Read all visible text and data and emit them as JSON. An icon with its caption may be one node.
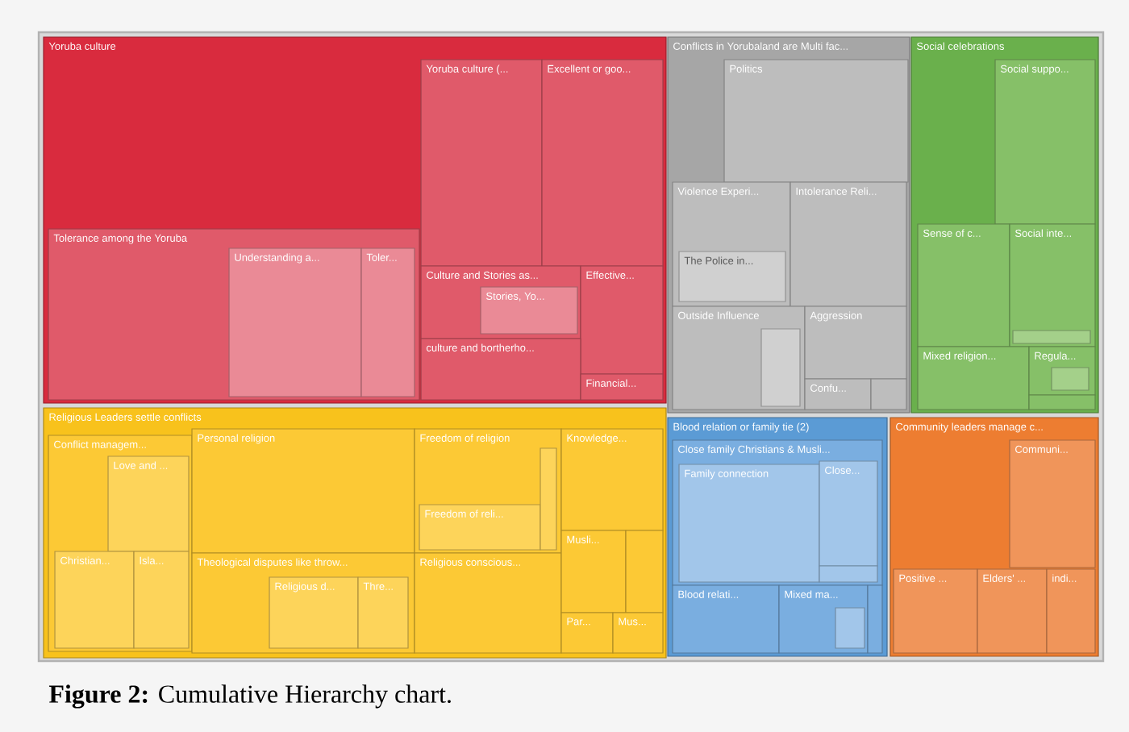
{
  "diagram": {
    "caption": "**Figure 2:** Cumulative Hierarchy chart.",
    "nodes": [
      {
        "text": [
          "Yoruba culture"
        ]
      },
      {
        "text": [
          "Tolerance among the Yoruba"
        ],
        "in": 0
      },
      {
        "text": [
          "Understanding a..."
        ],
        "in": 1
      },
      {
        "text": [
          "Toler..."
        ],
        "in": 1
      },
      {
        "text": [
          "Yoruba culture (..."
        ],
        "in": 0
      },
      {
        "text": [
          "Excellent or goo..."
        ],
        "in": 0
      },
      {
        "text": [
          "Culture and Stories as..."
        ],
        "in": 0
      },
      {
        "text": [
          "Stories, Yo..."
        ],
        "in": 6
      },
      {
        "text": [
          "Effective..."
        ],
        "in": 0
      },
      {
        "text": [
          "culture and bortherho..."
        ],
        "in": 0
      },
      {
        "text": [
          "Financial..."
        ],
        "in": 0
      },
      {
        "text": [
          "Conflicts in Yorubaland are Multi fac..."
        ]
      },
      {
        "text": [
          "Politics"
        ],
        "in": 11
      },
      {
        "text": [
          "Violence Experi..."
        ],
        "in": 11
      },
      {
        "text": [
          "The Police in..."
        ],
        "in": 13
      },
      {
        "text": [
          "Intolerance Reli..."
        ],
        "in": 11
      },
      {
        "text": [
          "Outside Influence"
        ],
        "in": 11
      },
      {
        "text": [],
        "shape": "box",
        "in": 16
      },
      {
        "text": [
          "Aggression"
        ],
        "in": 11
      },
      {
        "text": [
          "Confu..."
        ],
        "in": 11
      },
      {
        "text": [],
        "shape": "box",
        "in": 11
      },
      {
        "text": [
          "Social celebrations"
        ]
      },
      {
        "text": [
          "Social suppo..."
        ],
        "in": 21
      },
      {
        "text": [
          "Sense of c..."
        ],
        "in": 21
      },
      {
        "text": [
          "Social inte..."
        ],
        "in": 21
      },
      {
        "text": [],
        "shape": "box",
        "in": 24
      },
      {
        "text": [
          "Mixed religion..."
        ],
        "in": 21
      },
      {
        "text": [
          "Regula..."
        ],
        "in": 21
      },
      {
        "text": [],
        "shape": "box",
        "in": 27
      },
      {
        "text": [],
        "shape": "box",
        "in": 21
      },
      {
        "text": [
          "Religious Leaders settle conflicts"
        ]
      },
      {
        "text": [
          "Conflict managem..."
        ],
        "in": 30
      },
      {
        "text": [
          "Love and ..."
        ],
        "in": 31
      },
      {
        "text": [
          "Christian..."
        ],
        "in": 31
      },
      {
        "text": [
          "Isla..."
        ],
        "in": 31
      },
      {
        "text": [
          "Personal religion"
        ],
        "in": 30
      },
      {
        "text": [
          "Theological disputes like throw..."
        ],
        "in": 30
      },
      {
        "text": [
          "Religious d..."
        ],
        "in": 36
      },
      {
        "text": [
          "Thre..."
        ],
        "in": 36
      },
      {
        "text": [
          "Freedom of religion"
        ],
        "in": 30
      },
      {
        "text": [
          "Freedom of reli..."
        ],
        "in": 39
      },
      {
        "text": [],
        "shape": "box",
        "in": 39
      },
      {
        "text": [
          "Religious conscious..."
        ],
        "in": 30
      },
      {
        "text": [
          "Knowledge..."
        ],
        "in": 30
      },
      {
        "text": [
          "Musli..."
        ],
        "in": 30
      },
      {
        "text": [],
        "shape": "box",
        "in": 30
      },
      {
        "text": [
          "Par..."
        ],
        "in": 30
      },
      {
        "text": [
          "Mus..."
        ],
        "in": 30
      },
      {
        "text": [
          "Blood relation or family tie (2)"
        ]
      },
      {
        "text": [
          "Close family Christians & Musli..."
        ],
        "in": 48
      },
      {
        "text": [
          "Family connection"
        ],
        "in": 49
      },
      {
        "text": [
          "Close..."
        ],
        "in": 49
      },
      {
        "text": [],
        "shape": "box",
        "in": 49
      },
      {
        "text": [
          "Blood relati..."
        ],
        "in": 48
      },
      {
        "text": [
          "Mixed ma..."
        ],
        "in": 48
      },
      {
        "text": [],
        "shape": "box",
        "in": 54
      },
      {
        "text": [],
        "shape": "box",
        "in": 48
      },
      {
        "text": [
          "Community leaders manage c..."
        ]
      },
      {
        "text": [
          "Communi..."
        ],
        "in": 57
      },
      {
        "text": [
          "Positive ..."
        ],
        "in": 57
      },
      {
        "text": [
          "Elders' ..."
        ],
        "in": 57
      },
      {
        "text": [
          "indi..."
        ],
        "in": 57
      }
    ]
  }
}
